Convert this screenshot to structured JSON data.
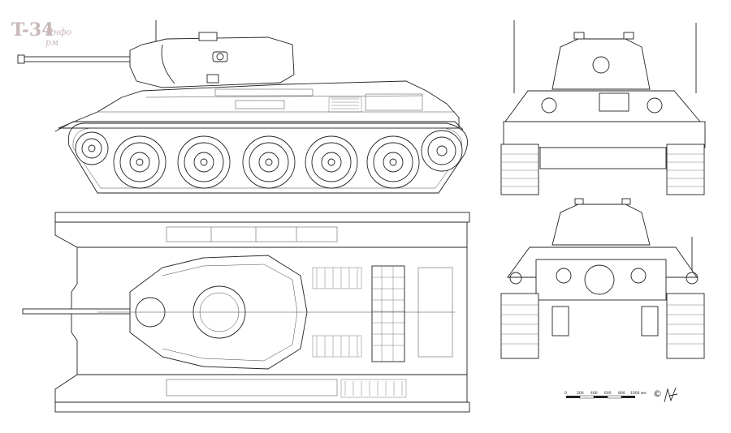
{
  "logo": {
    "title": "T-34",
    "subtitle": "Инфо рм",
    "color": "#c9b8b8"
  },
  "scale": {
    "labels": [
      "0",
      "200",
      "400",
      "600",
      "800",
      "1000 мм"
    ]
  },
  "copyright": {
    "symbol": "©"
  },
  "views": [
    "side-view",
    "top-view",
    "front-view",
    "rear-view"
  ]
}
